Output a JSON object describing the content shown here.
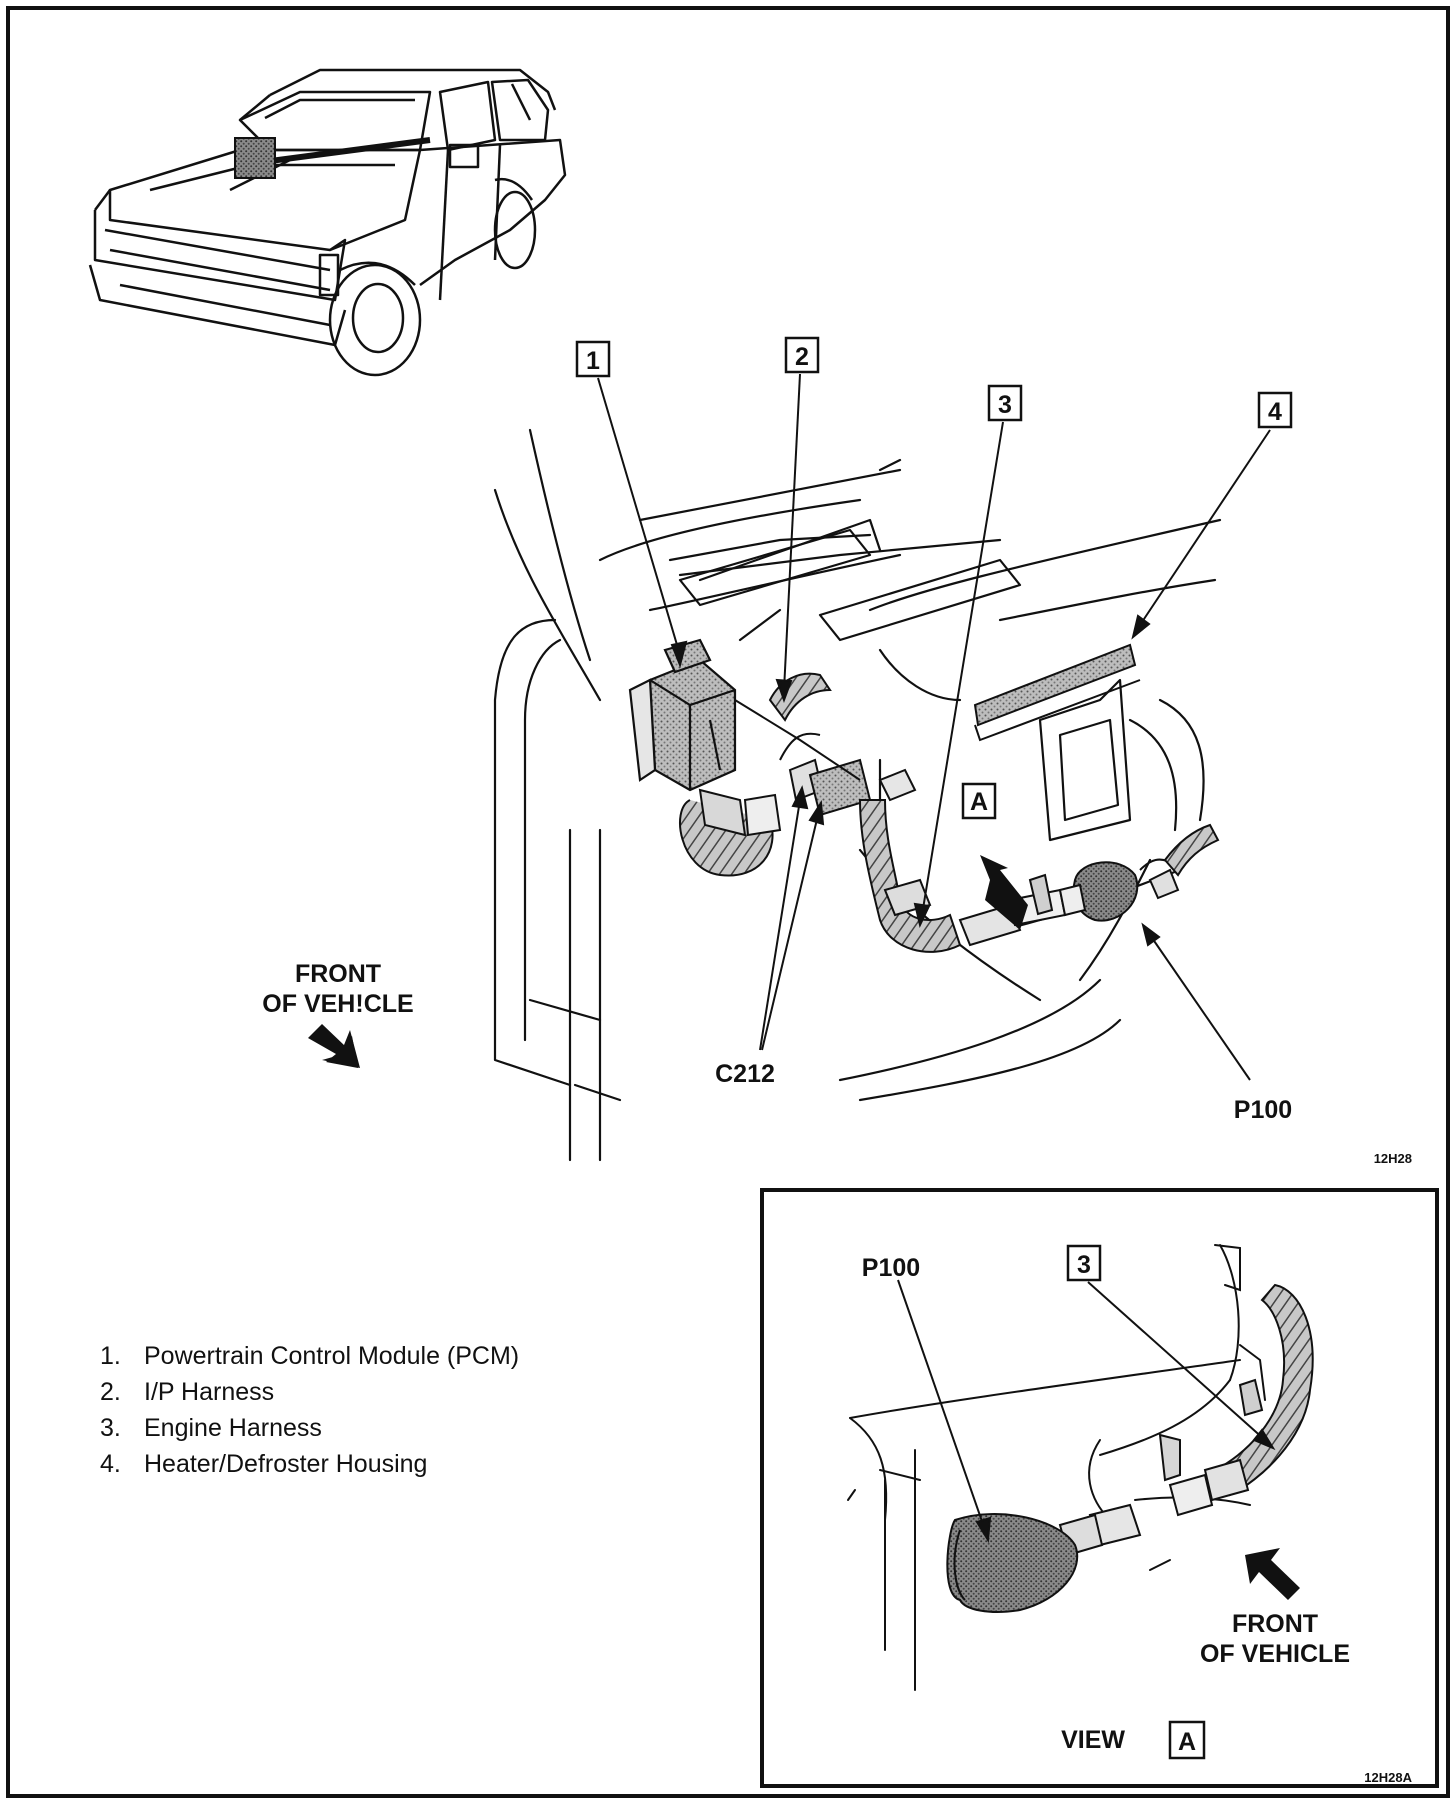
{
  "callouts": [
    "1",
    "2",
    "3",
    "4"
  ],
  "inset_callout": "3",
  "view_letter": "A",
  "labels": {
    "front_line1": "FRONT",
    "front_line2": "OF VEH!CLE",
    "c212": "C212",
    "p100": "P100",
    "fig_id": "12H28",
    "inset_p100": "P100",
    "inset_front_line1": "FRONT",
    "inset_front_line2": "OF VEHICLE",
    "view_word": "VIEW",
    "inset_fig_id": "12H28A"
  },
  "legend": [
    {
      "num": "1.",
      "text": "Powertrain Control Module (PCM)"
    },
    {
      "num": "2.",
      "text": "I/P Harness"
    },
    {
      "num": "3.",
      "text": "Engine Harness"
    },
    {
      "num": "4.",
      "text": "Heater/Defroster Housing"
    }
  ]
}
